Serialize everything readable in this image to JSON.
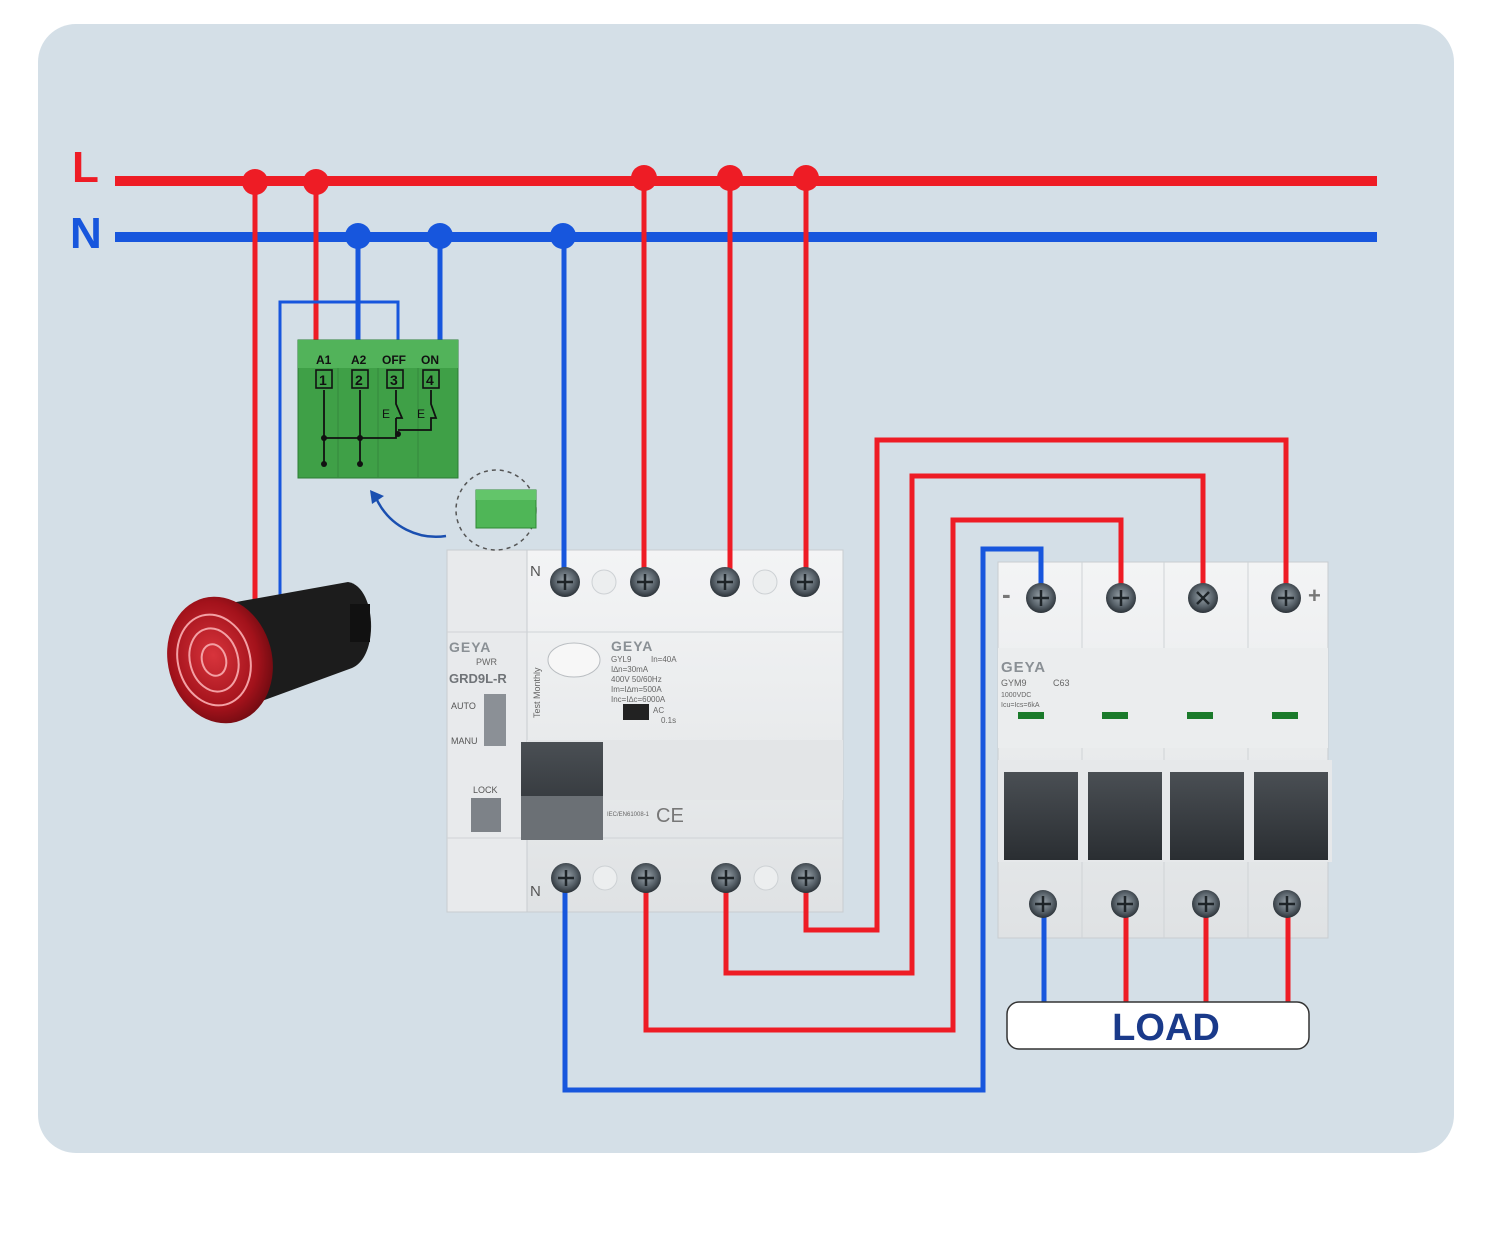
{
  "bus": {
    "l_label": "L",
    "n_label": "N",
    "l_color": "#ee1c25",
    "n_color": "#1756dd",
    "background": "#d4dfe7"
  },
  "relay_module": {
    "terminals": [
      "A1",
      "A2",
      "OFF",
      "ON"
    ],
    "numbers": [
      "1",
      "2",
      "3",
      "4"
    ],
    "color": "#3fa047"
  },
  "rcd": {
    "brand": "GEYA",
    "pwr_label": "PWR",
    "model": "GRD9L-R",
    "auto_label": "AUTO",
    "manu_label": "MANU",
    "lock_label": "LOCK",
    "test_label": "Test Monthly",
    "brand2": "GEYA",
    "spec_lines": [
      "GYL9",
      "I∆n=30mA",
      "400V  50/60Hz",
      "Im=I∆m=500A",
      "Inc=I∆c=6000A"
    ],
    "rating": "In=40A",
    "ac_label": "AC",
    "time_label": "0.1s",
    "standard": "IEC/EN61008-1",
    "ce_mark": "CE",
    "n_top": "N",
    "n_bottom": "N"
  },
  "mcb": {
    "brand": "GEYA",
    "model": "GYM9",
    "rating": "C63",
    "voltage": "1000VDC",
    "breaking": "Icu=Ics=6kA",
    "minus_label": "-",
    "plus_label": "+"
  },
  "load": {
    "label": "LOAD"
  },
  "icons": [
    "buzzer-icon",
    "screw-terminal-icon",
    "curved-arrow-icon"
  ]
}
